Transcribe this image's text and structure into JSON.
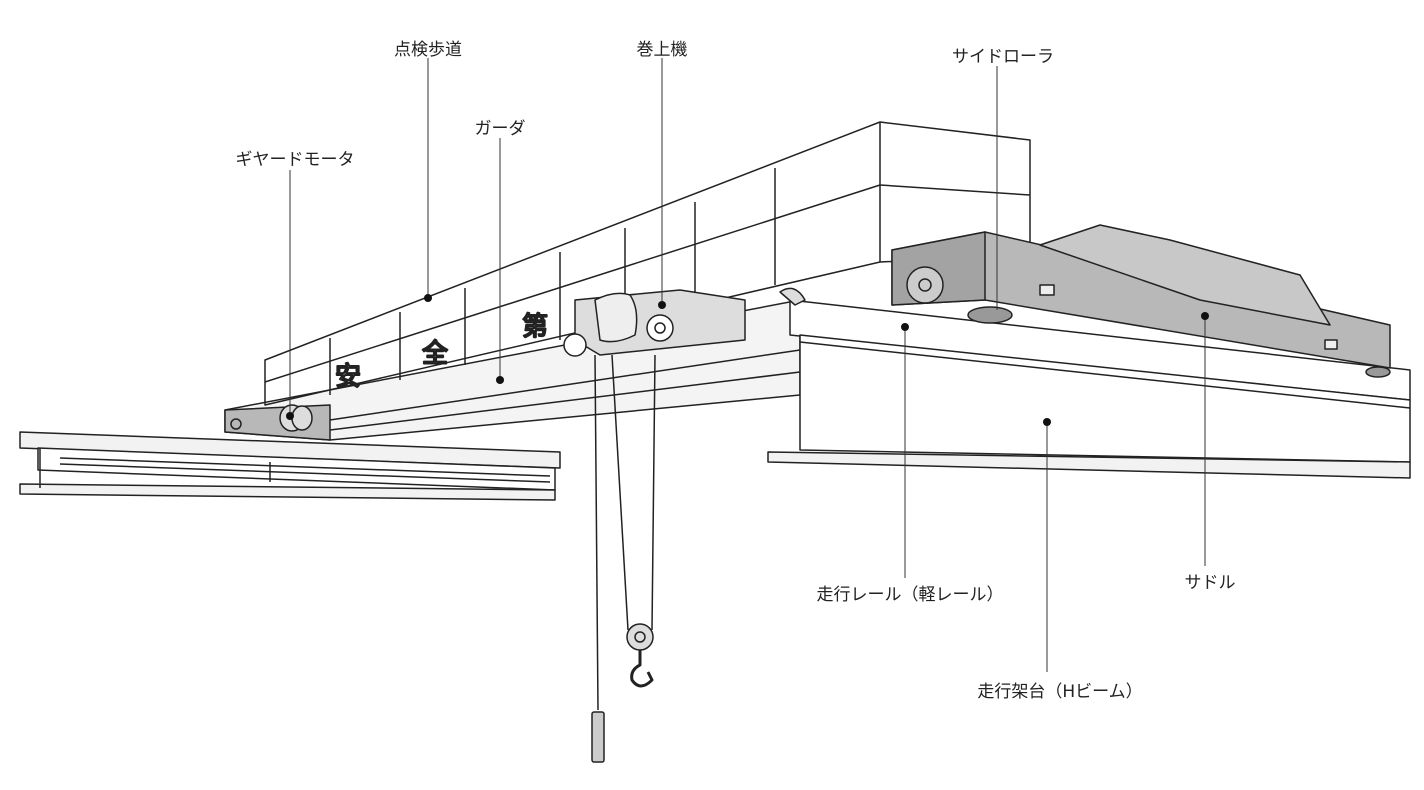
{
  "title": "Overhead crane parts diagram",
  "labels": {
    "walkway": "点検歩道",
    "hoist": "巻上機",
    "side_roller": "サイドローラ",
    "girder": "ガーダ",
    "geared_motor": "ギヤードモータ",
    "runway_rail": "走行レール（軽レール）",
    "saddle": "サドル",
    "runway_beam": "走行架台（Hビーム）"
  },
  "signage": [
    "安",
    "全",
    "第"
  ],
  "colors": {
    "line": "#222222",
    "metal": "#b8b8b8",
    "metal_dark": "#8f8f8f",
    "light": "#f2f2f2"
  }
}
